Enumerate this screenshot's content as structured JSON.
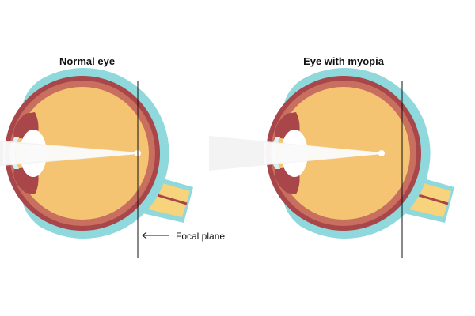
{
  "diagram": {
    "normal_eye_title": "Normal eye",
    "myopia_eye_title": "Eye with myopia",
    "focal_plane_label": "Focal plane"
  },
  "colors": {
    "outer_layer": "#8fd8dc",
    "sclera": "#a8464a",
    "retina": "#c86f5f",
    "vitreous": "#f5c472",
    "lens": "#ffffff",
    "light_beam": "#f2f2f2",
    "optic_nerve": "#f7d47c",
    "line": "#111111"
  }
}
